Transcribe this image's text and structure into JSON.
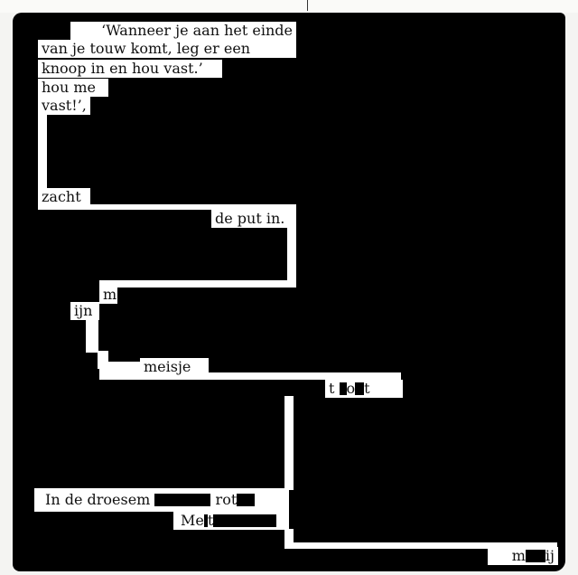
{
  "poem": {
    "lines": [
      "‘Wanneer je aan het einde",
      "van je touw komt, leg er een",
      "knoop in en hou vast.’",
      "hou me",
      "vast!’,",
      "zacht",
      "de put in.",
      "m",
      "ijn",
      "meisje",
      "t",
      "o",
      "t",
      "In de droesem",
      "rot",
      "Me",
      "t",
      "m",
      "ij"
    ]
  },
  "colors": {
    "ink": "#000000",
    "paper": "#ffffff"
  }
}
